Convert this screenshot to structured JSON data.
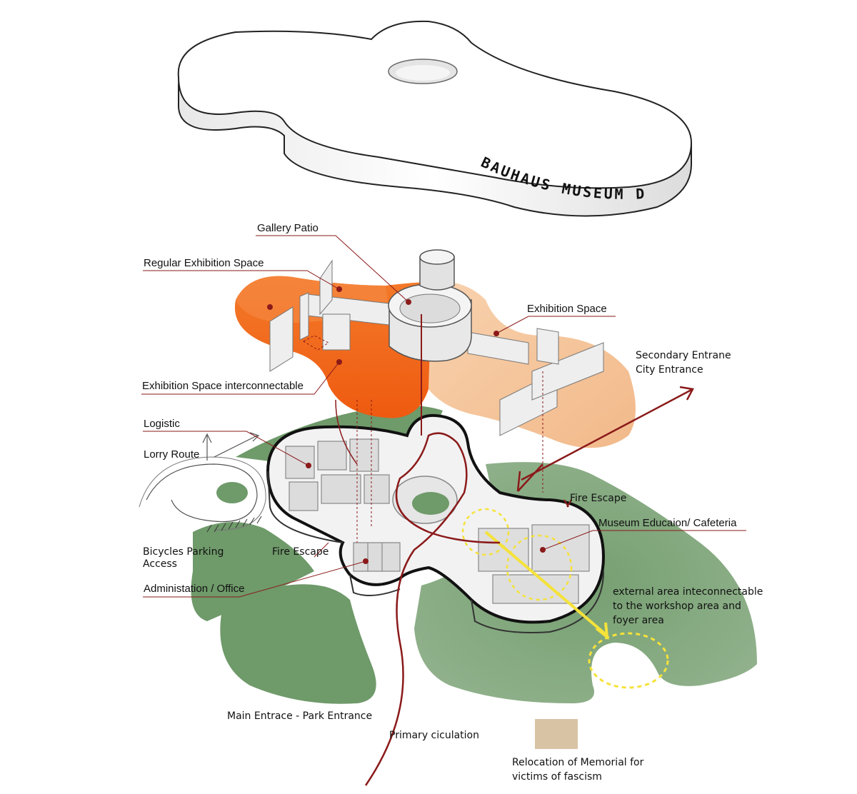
{
  "roof": {
    "lettering": "BAUHAUS MUSEUM DESSAU"
  },
  "labels": {
    "gallery_patio": "Gallery Patio",
    "regular_exhibition": "Regular Exhibition Space",
    "exhibition_space": "Exhibition Space",
    "secondary_entrance_1": "Secondary Entrane",
    "secondary_entrance_2": "City Entrance",
    "interconnectable": "Exhibition Space interconnectable",
    "logistic": "Logistic",
    "lorry_route": "Lorry Route",
    "fire_escape_right": "Fire Escape",
    "museum_education": "Museum Educaion/ Cafeteria",
    "bicycles_1": "Bicycles Parking",
    "bicycles_2": "Access",
    "fire_escape_left": "Fire Escape",
    "administration": "Administation / Office",
    "external_1": "external area inteconnectable",
    "external_2": "to the workshop area and",
    "external_3": "foyer area",
    "main_entrance": "Main Entrace - Park Entrance",
    "primary_circulation": "Primary  ciculation",
    "memorial_1": "Relocation of Memorial for",
    "memorial_2": "victims of fascism"
  },
  "colors": {
    "leader": "#8b1a1a",
    "orange_floor": "#f26a1b",
    "orange_light": "#f7c9a0",
    "green": "#6f9a6a",
    "memorial_swatch": "#d9c3a5",
    "yellow_flow": "#f5e23a"
  }
}
